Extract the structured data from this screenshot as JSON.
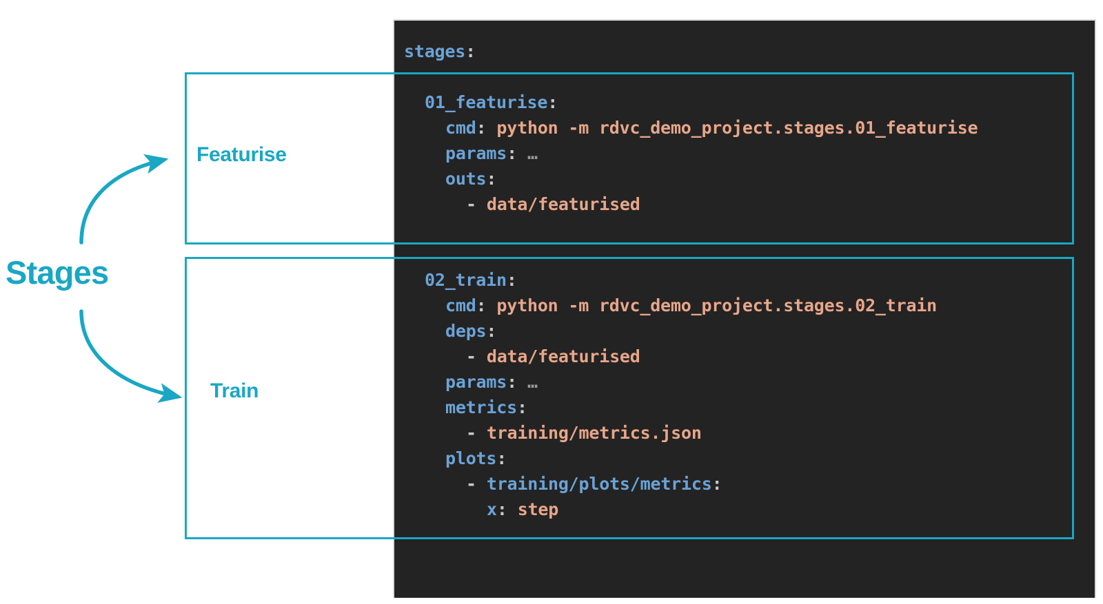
{
  "diagram": {
    "title_label": "Stages",
    "accent_color": "#19a7c4",
    "panel_background": "#232323",
    "key_color": "#6ba3d6",
    "value_color": "#e8a68a",
    "groups": [
      {
        "name": "featurise",
        "label": "Featurise"
      },
      {
        "name": "train",
        "label": "Train"
      }
    ]
  },
  "code": {
    "language": "yaml",
    "lines": [
      {
        "id": "l0",
        "indent": 0,
        "key": "stages",
        "colon": ":",
        "value": ""
      },
      {
        "id": "l1",
        "indent": 1,
        "key": "01_featurise",
        "colon": ":",
        "value": ""
      },
      {
        "id": "l2",
        "indent": 2,
        "key": "cmd",
        "colon": ":",
        "value": "python -m rdvc_demo_project.stages.01_featurise"
      },
      {
        "id": "l3",
        "indent": 2,
        "key": "params",
        "colon": ":",
        "value": "…"
      },
      {
        "id": "l4",
        "indent": 2,
        "key": "outs",
        "colon": ":",
        "value": ""
      },
      {
        "id": "l5",
        "indent": 3,
        "dash": "-",
        "value": "data/featurised"
      },
      {
        "id": "l6",
        "indent": 1,
        "key": "02_train",
        "colon": ":",
        "value": ""
      },
      {
        "id": "l7",
        "indent": 2,
        "key": "cmd",
        "colon": ":",
        "value": "python -m rdvc_demo_project.stages.02_train"
      },
      {
        "id": "l8",
        "indent": 2,
        "key": "deps",
        "colon": ":",
        "value": ""
      },
      {
        "id": "l9",
        "indent": 3,
        "dash": "-",
        "value": "data/featurised"
      },
      {
        "id": "l10",
        "indent": 2,
        "key": "params",
        "colon": ":",
        "value": "…"
      },
      {
        "id": "l11",
        "indent": 2,
        "key": "metrics",
        "colon": ":",
        "value": ""
      },
      {
        "id": "l12",
        "indent": 3,
        "dash": "-",
        "value": "training/metrics.json"
      },
      {
        "id": "l13",
        "indent": 2,
        "key": "plots",
        "colon": ":",
        "value": ""
      },
      {
        "id": "l14",
        "indent": 3,
        "dash": "-",
        "key": "training/plots/metrics",
        "colon": ":",
        "value": ""
      },
      {
        "id": "l15",
        "indent": 4,
        "key": "x",
        "colon": ":",
        "value": "step"
      }
    ],
    "text_l0": "stages:",
    "text_l1": "01_featurise:",
    "text_l2_key": "cmd",
    "text_l2_val": "python -m rdvc_demo_project.stages.01_featurise",
    "text_l3_key": "params",
    "text_l3_val": "…",
    "text_l4_key": "outs",
    "text_l5_val": "data/featurised",
    "text_l6": "02_train:",
    "text_l7_key": "cmd",
    "text_l7_val": "python -m rdvc_demo_project.stages.02_train",
    "text_l8_key": "deps",
    "text_l9_val": "data/featurised",
    "text_l10_key": "params",
    "text_l10_val": "…",
    "text_l11_key": "metrics",
    "text_l12_val": "training/metrics.json",
    "text_l13_key": "plots",
    "text_l14_key": "training/plots/metrics",
    "text_l15_key": "x",
    "text_l15_val": "step",
    "colon": ":",
    "dash": "-"
  }
}
